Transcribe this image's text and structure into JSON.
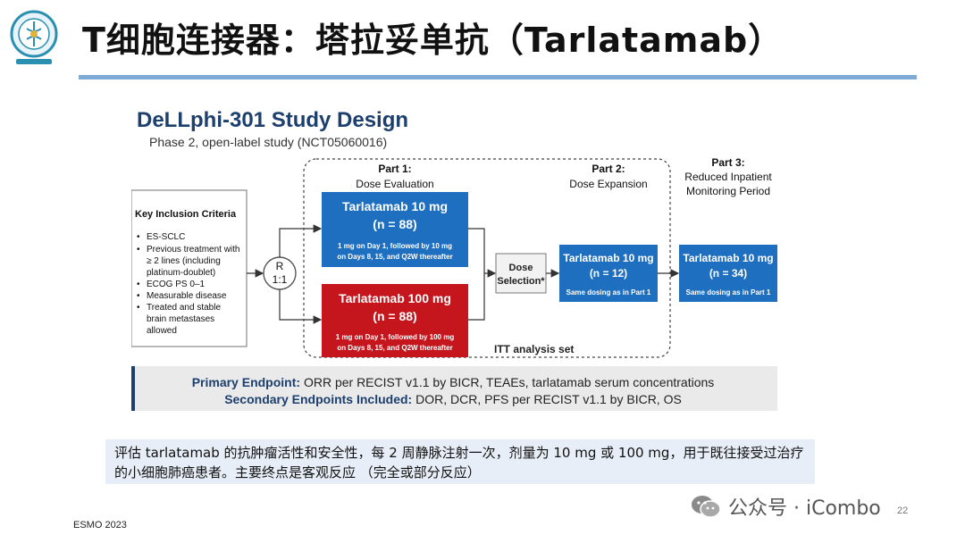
{
  "header": {
    "title": "T细胞连接器：塔拉妥单抗（Tarlatamab）"
  },
  "slide": {
    "heading": "DeLLphi-301 Study Design",
    "subheading": "Phase 2, open-label study (NCT05060016)",
    "inclusion": {
      "title": "Key Inclusion Criteria",
      "items": [
        [
          "ES-SCLC"
        ],
        [
          "Previous treatment with",
          "≥ 2 lines (including",
          "platinum-doublet)"
        ],
        [
          "ECOG PS 0–1"
        ],
        [
          "Measurable disease"
        ],
        [
          "Treated and stable",
          "brain metastases",
          "allowed"
        ]
      ]
    },
    "randomization": {
      "line1": "R",
      "line2": "1:1"
    },
    "part1": {
      "label": "Part 1:",
      "sublabel": "Dose Evaluation"
    },
    "part2": {
      "label": "Part 2:",
      "sublabel": "Dose Expansion"
    },
    "part3": {
      "label": "Part 3:",
      "sub1": "Reduced Inpatient",
      "sub2": "Monitoring Period"
    },
    "arm10": {
      "title": "Tarlatamab 10 mg",
      "n": "(n = 88)",
      "note1": "1 mg on Day 1, followed by 10 mg",
      "note2": "on Days 8, 15, and Q2W thereafter"
    },
    "arm100": {
      "title": "Tarlatamab 100 mg",
      "n": "(n = 88)",
      "note1": "1 mg on Day 1, followed by 100 mg",
      "note2": "on Days 8, 15, and Q2W thereafter"
    },
    "dose_selection": {
      "line1": "Dose",
      "line2": "Selection*"
    },
    "expansion": {
      "title": "Tarlatamab 10 mg",
      "n": "(n = 12)",
      "note": "Same dosing as in Part 1"
    },
    "part3_arm": {
      "title": "Tarlatamab 10 mg",
      "n": "(n = 34)",
      "note": "Same dosing as in Part 1"
    },
    "itt": "ITT analysis set",
    "primary": {
      "label": "Primary Endpoint:",
      "text": " ORR per RECIST v1.1 by BICR, TEAEs, tarlatamab serum concentrations"
    },
    "secondary": {
      "label": "Secondary Endpoints Included:",
      "text": " DOR, DCR, PFS per RECIST v1.1 by BICR, OS"
    }
  },
  "summary": {
    "text": "评估 tarlatamab 的抗肿瘤活性和安全性，每 2 周静脉注射一次，剂量为 10 mg 或 100 mg，用于既往接受过治疗的小细胞肺癌患者。主要终点是客观反应 （完全或部分反应）"
  },
  "footer": {
    "source": "ESMO 2023",
    "page": "22"
  },
  "watermark": {
    "text": "公众号 · iCombo"
  },
  "colors": {
    "blue_box": "#1f6fc1",
    "red_box": "#c5161d",
    "title_rule": "#7fa9d6",
    "summary_bg": "#e8eef7",
    "heading_navy": "#1c3f6e"
  }
}
